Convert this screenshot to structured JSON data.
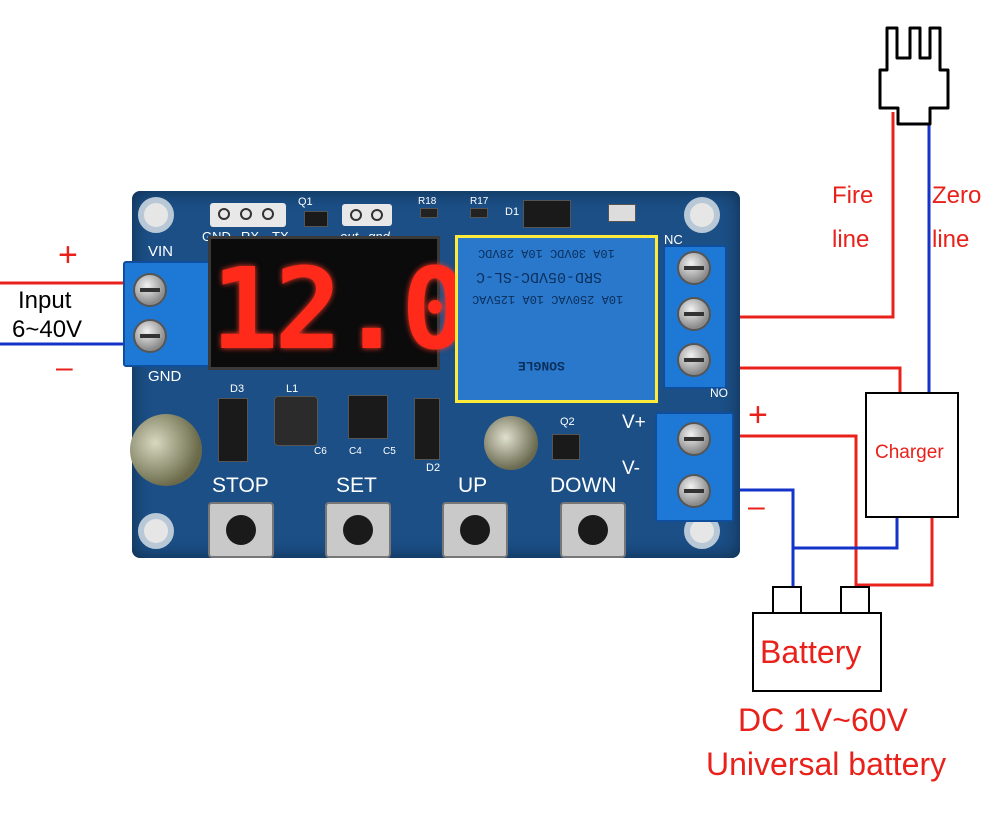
{
  "input": {
    "plus": "+",
    "label": "Input",
    "range": "6~40V",
    "minus": "–"
  },
  "board": {
    "vin": "VIN",
    "gnd": "GND",
    "serial": [
      "GND",
      "RX",
      "TX"
    ],
    "q1": "Q1",
    "out": "out",
    "gnd_small": "gnd",
    "r18": "R18",
    "r17": "R17",
    "d1": "D1",
    "display_value": "12.0",
    "relay": {
      "line1": "SRD-05VDC-SL-C",
      "line2": "10A 250VAC  10A 125VAC",
      "line3": "10A 30VDC  10A 28VDC",
      "brand": "SONGLE"
    },
    "nc": "NC",
    "no": "NO",
    "d3": "D3",
    "l1": "L1",
    "d2": "D2",
    "q2": "Q2",
    "c6": "C6",
    "c4": "C4",
    "c5": "C5",
    "vplus": "V+",
    "vminus": "V-",
    "buttons": [
      "STOP",
      "SET",
      "UP",
      "DOWN"
    ]
  },
  "output": {
    "plus": "+",
    "minus": "–"
  },
  "mains": {
    "fire": [
      "Fire",
      "line"
    ],
    "zero": [
      "Zero",
      "line"
    ]
  },
  "charger": "Charger",
  "battery": {
    "label": "Battery",
    "caption1": "DC 1V~60V",
    "caption2": "Universal battery"
  },
  "colors": {
    "red_wire": "#e8211b",
    "blue_wire": "#1433c8",
    "board": "#1b4f86",
    "digits": "#ff2a1a",
    "relay_frame": "#ffeb3b"
  }
}
